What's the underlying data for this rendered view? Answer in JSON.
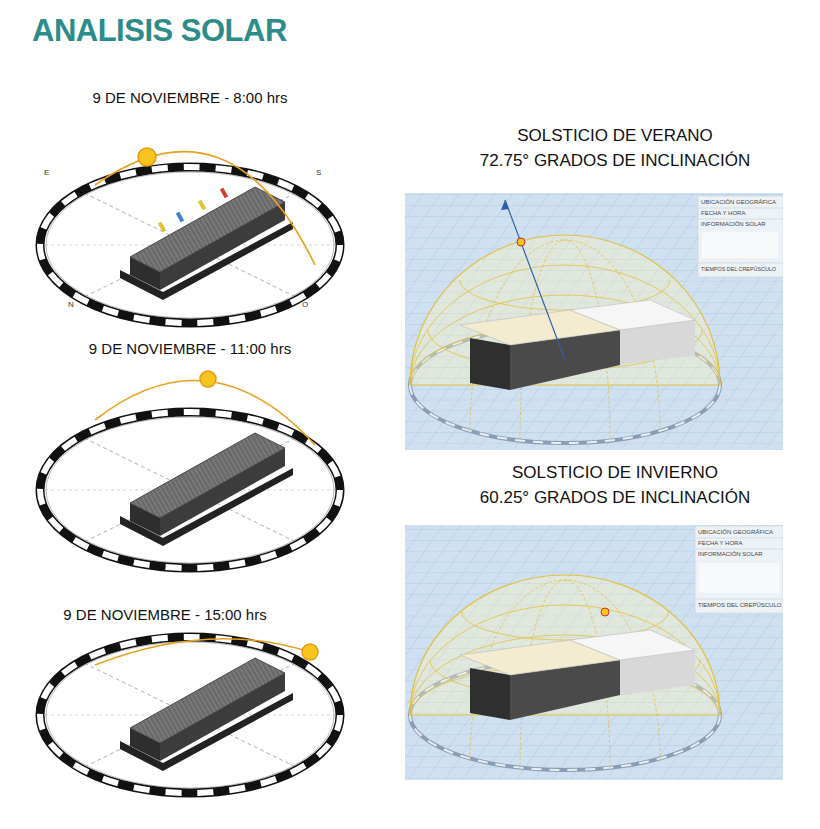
{
  "diagram": {
    "title": "ANALISIS SOLAR",
    "labels": [
      "9 DE NOVIEMBRE - 8:00 hrs",
      "9 DE NOVIEMBRE - 11:00 hrs",
      "9 DE NOVIEMBRE - 15:00 hrs",
      "SOLSTICIO DE VERANO",
      "72.75° GRADOS DE INCLINACIÓN",
      "SOLSTICIO DE INVIERNO",
      "60.25° GRADOS DE INCLINACIÓN",
      "E",
      "S",
      "N",
      "O",
      "UBICACIÓN GEOGRÁFICA",
      "FECHA Y HORA",
      "INFORMACIÓN SOLAR",
      "TIEMPOS DEL CREPÚSCULO",
      "UBICACIÓN GEOGRÁFICA",
      "FECHA Y HORA",
      "INFORMACIÓN SOLAR",
      "TIEMPOS DEL CREPÚSCULO"
    ]
  }
}
